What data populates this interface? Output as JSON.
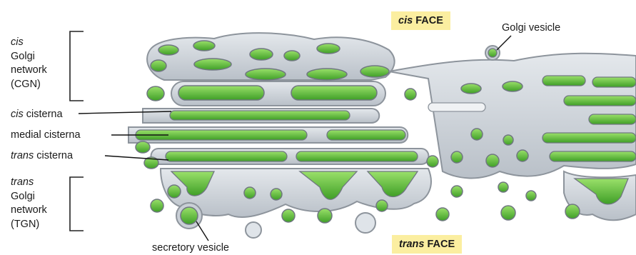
{
  "faces": {
    "cis": {
      "qualifier": "cis",
      "word": "FACE"
    },
    "trans": {
      "qualifier": "trans",
      "word": "FACE"
    }
  },
  "cgn": {
    "qualifier": "cis",
    "line1": "Golgi",
    "line2": "network",
    "line3": "(CGN)"
  },
  "tgn": {
    "qualifier": "trans",
    "line1": "Golgi",
    "line2": "network",
    "line3": "(TGN)"
  },
  "cisternae": {
    "cis": {
      "qualifier": "cis",
      "word": "cisterna"
    },
    "medial": {
      "text": "medial cisterna"
    },
    "trans": {
      "qualifier": "trans",
      "word": "cisterna"
    }
  },
  "golgi_vesicle": "Golgi vesicle",
  "secretory_vesicle": "secretory vesicle",
  "colors": {
    "membrane": "#c9cfd6",
    "membrane_edge": "#8d949c",
    "lumen": "#5cbf3a",
    "lumen_light": "#8fdb5e",
    "face_box": "#fbeea0"
  }
}
